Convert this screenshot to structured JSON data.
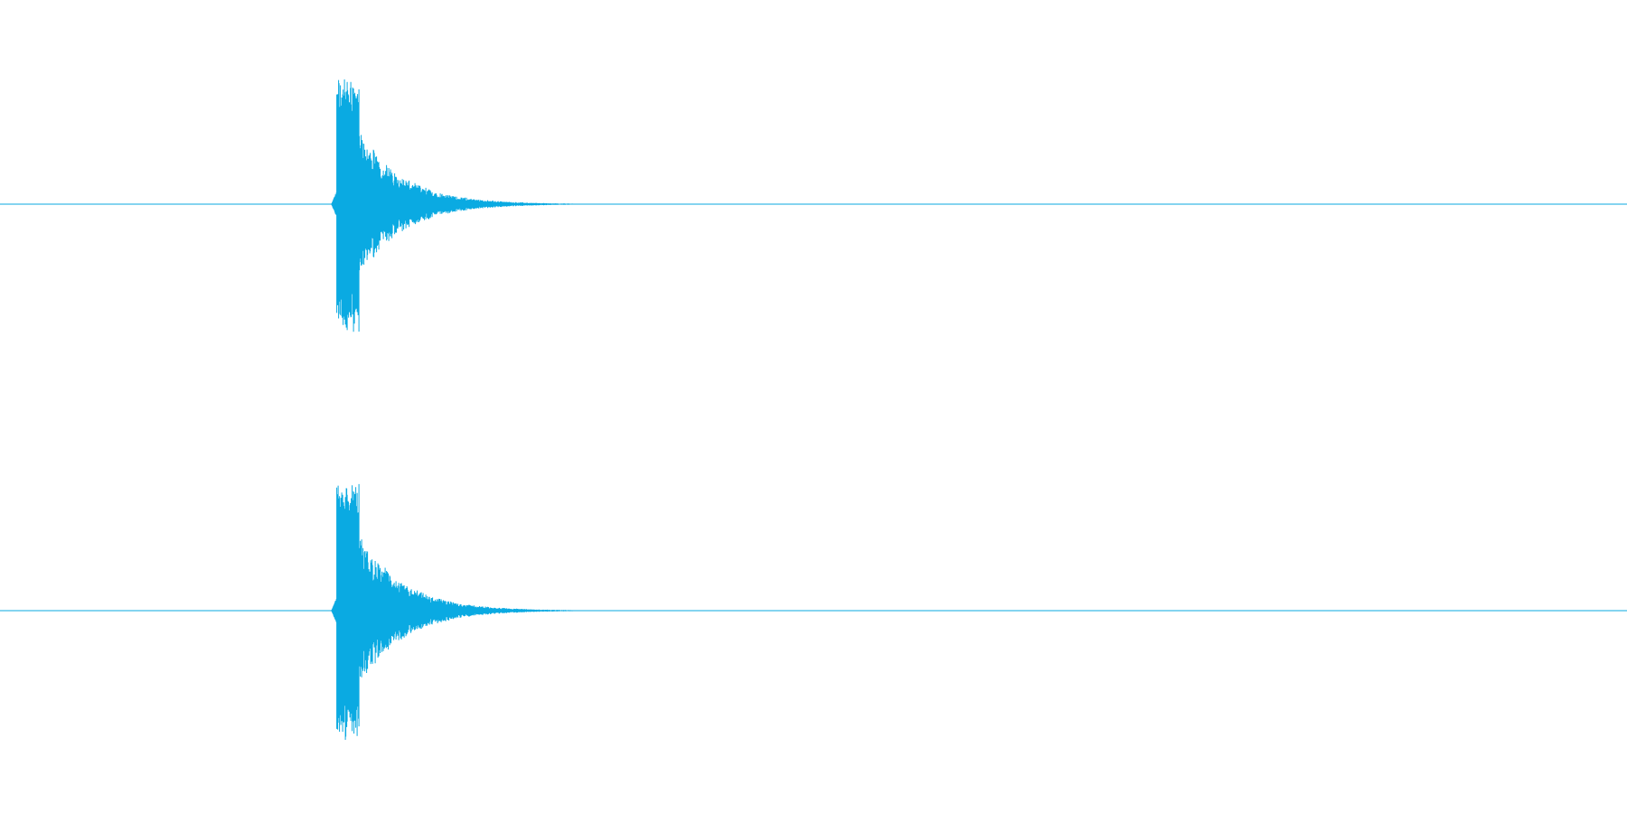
{
  "waveform": {
    "color": "#0aaae2",
    "background": "#ffffff",
    "channel_count": 2,
    "onset_fraction": 0.207,
    "decay_end_fraction": 0.38,
    "peak_amplitude": 0.82,
    "channels": [
      {
        "channel": 1,
        "peak_amplitude": 0.81
      },
      {
        "channel": 2,
        "peak_amplitude": 0.82
      }
    ]
  }
}
